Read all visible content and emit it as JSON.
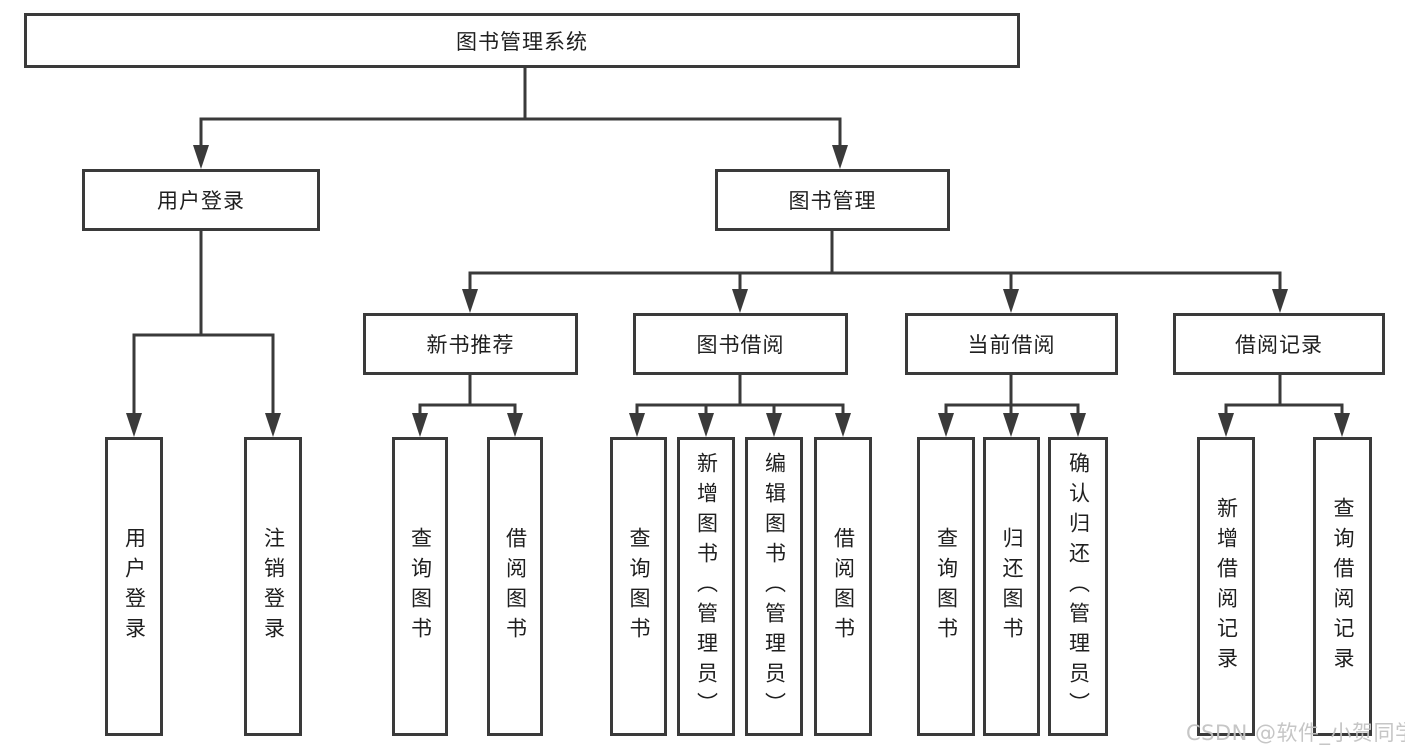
{
  "diagram": {
    "root": {
      "label": "图书管理系统",
      "children": [
        {
          "label": "用户登录",
          "children": [
            {
              "label": "用户登录"
            },
            {
              "label": "注销登录"
            }
          ]
        },
        {
          "label": "图书管理",
          "children": [
            {
              "label": "新书推荐",
              "children": [
                {
                  "label": "查询图书"
                },
                {
                  "label": "借阅图书"
                }
              ]
            },
            {
              "label": "图书借阅",
              "children": [
                {
                  "label": "查询图书"
                },
                {
                  "label": "新增图书（管理员）"
                },
                {
                  "label": "编辑图书（管理员）"
                },
                {
                  "label": "借阅图书"
                }
              ]
            },
            {
              "label": "当前借阅",
              "children": [
                {
                  "label": "查询图书"
                },
                {
                  "label": "归还图书"
                },
                {
                  "label": "确认归还（管理员）"
                }
              ]
            },
            {
              "label": "借阅记录",
              "children": [
                {
                  "label": "新增借阅记录"
                },
                {
                  "label": "查询借阅记录"
                }
              ]
            }
          ]
        }
      ]
    }
  },
  "watermark": {
    "text": "CSDN @软件_小贺同学"
  },
  "colors": {
    "line": "#3a3a3a",
    "text": "#1f1f1f",
    "watermark": "#c3c3c3",
    "background": "#ffffff"
  }
}
